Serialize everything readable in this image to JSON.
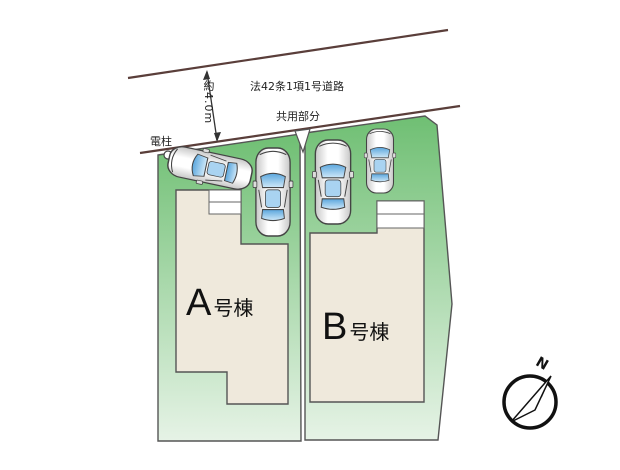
{
  "labels": {
    "road_name": "法42条1項1号道路",
    "road_width": "約4.0m",
    "shared_area": "共用部分",
    "utility_pole": "電柱",
    "building_a_letter": "A",
    "building_a_suffix": "号棟",
    "building_b_letter": "B",
    "building_b_suffix": "号棟",
    "north": "N"
  },
  "colors": {
    "lot_green": "#6fbf73",
    "building_beige": "#efe9dc",
    "outline": "#555555",
    "car_blue": "#8fc4ea"
  }
}
